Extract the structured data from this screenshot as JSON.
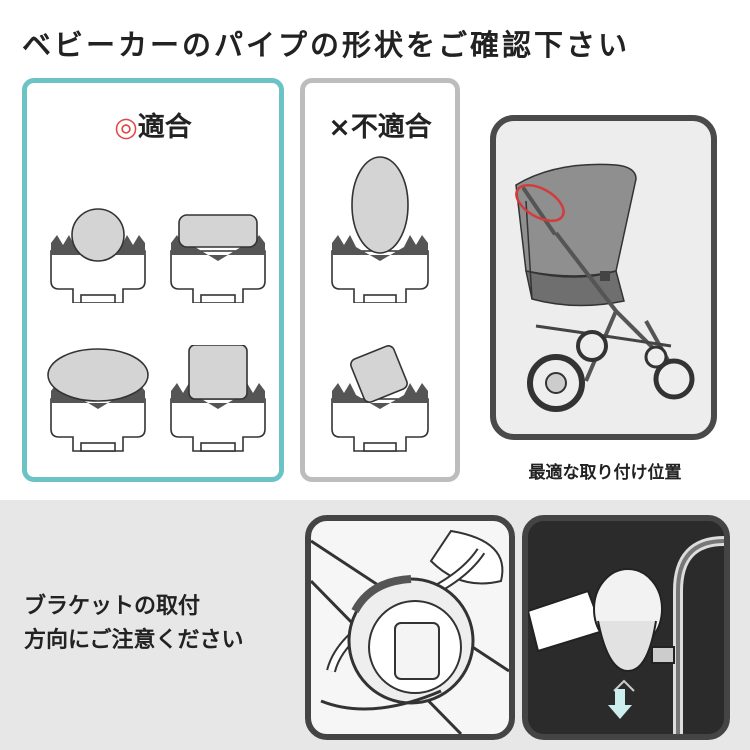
{
  "header": {
    "title": "ベビーカーのパイプの形状をご確認下さい"
  },
  "fit_panel": {
    "mark": "◎",
    "label": "適合"
  },
  "unfit_panel": {
    "mark": "×",
    "label": "不適合"
  },
  "stroller_figure": {
    "caption": "最適な取り付け位置"
  },
  "bracket_note": {
    "line1": "ブラケットの取付",
    "line2": "方向にご注意ください"
  },
  "colors": {
    "fit_border": "#6cc3c6",
    "unfit_border": "#bdbdbd",
    "ok_mark": "#e04848",
    "down_arrow": "#cdeeee"
  },
  "icons": {
    "fit": "double-circle-icon",
    "unfit": "cross-icon",
    "direction": "down-arrow-icon"
  }
}
